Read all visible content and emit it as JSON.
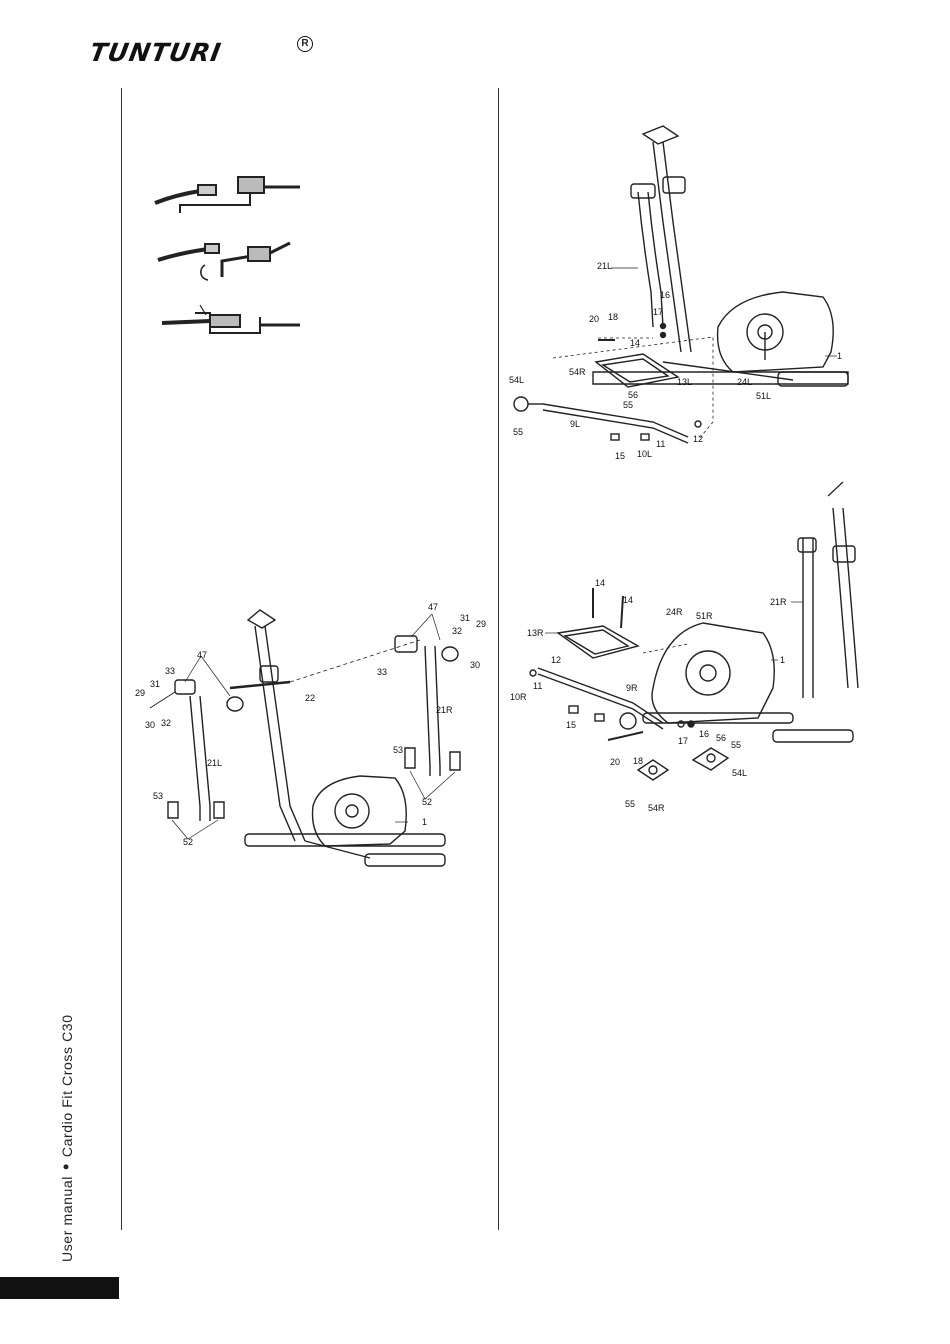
{
  "header": {
    "brand": "TUNTURI",
    "registered_mark": "R"
  },
  "sidebar": {
    "doc_type": "User manual",
    "separator": "•",
    "product": "Cardio Fit Cross C30"
  },
  "figures": {
    "top_right": {
      "callouts": [
        "21L",
        "16",
        "17",
        "20",
        "18",
        "14",
        "54R",
        "54L",
        "56",
        "55",
        "13L",
        "24L",
        "51L",
        "1",
        "9L",
        "55",
        "11",
        "12",
        "15",
        "10L"
      ]
    },
    "bottom_left": {
      "callouts": [
        "47",
        "33",
        "31",
        "29",
        "30",
        "32",
        "22",
        "21L",
        "53",
        "52",
        "47",
        "31",
        "29",
        "32",
        "30",
        "33",
        "21R",
        "53",
        "52",
        "1"
      ]
    },
    "bottom_right": {
      "callouts": [
        "14",
        "14",
        "24R",
        "51R",
        "13R",
        "12",
        "11",
        "10R",
        "9R",
        "15",
        "1",
        "21R",
        "17",
        "16",
        "56",
        "55",
        "20",
        "18",
        "54L",
        "55",
        "54R"
      ]
    }
  }
}
